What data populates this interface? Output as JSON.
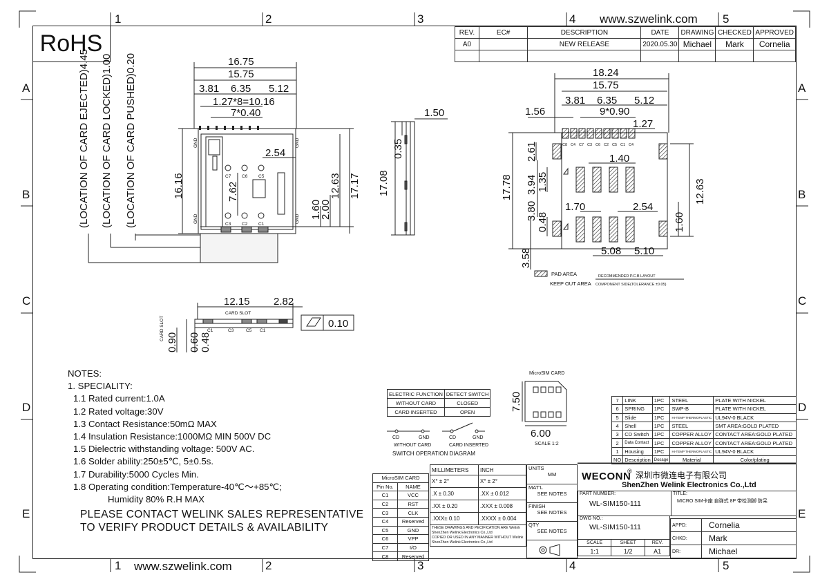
{
  "website": "www.szwelink.com",
  "rohs": "RoHS",
  "zones": {
    "numbers": [
      "1",
      "2",
      "3",
      "4",
      "5"
    ],
    "letters": [
      "A",
      "B",
      "C",
      "D",
      "E"
    ]
  },
  "revision": {
    "headers": [
      "REV.",
      "EC#",
      "DESCRIPTION",
      "DATE",
      "DRAWING",
      "CHECKED",
      "APPROVED"
    ],
    "row": [
      "A0",
      "",
      "NEW RELEASE",
      "2020.05.30",
      "Michael",
      "Mark",
      "Cornelia"
    ]
  },
  "top_view": {
    "dims": [
      "16.75",
      "15.75",
      "3.81",
      "6.35",
      "5.12",
      "1.27*8=10.16",
      "7*0.40",
      "2.54",
      "16.16",
      "7.62",
      "1.60",
      "2.00",
      "12.63",
      "17.17"
    ],
    "pins": [
      "C7",
      "C6",
      "C5",
      "C3",
      "C2",
      "C1"
    ],
    "gnd": "GND",
    "locations": [
      "(LOCATION OF CARD EJECTED)4.45",
      "(LOCATION OF CARD LOCKED)1.00",
      "(LOCATION OF CARD PUSHED)0.20"
    ]
  },
  "side_view": {
    "dims": [
      "1.50",
      "0.35",
      "17.08"
    ]
  },
  "pcb": {
    "dims": [
      "18.24",
      "15.75",
      "3.81",
      "6.35",
      "5.12",
      "1.56",
      "9*0.90",
      "1.27",
      "2.61",
      "1.40",
      "17.78",
      "3.94",
      "1.35",
      "12.63",
      "3.80",
      "1.70",
      "2.54",
      "0.48",
      "1.60",
      "5.08",
      "5.10",
      "3.58"
    ],
    "pins": [
      "C8",
      "C4",
      "C7",
      "C3",
      "C6",
      "C2",
      "C5",
      "C1",
      "C4"
    ],
    "pad_area": "PAD AREA",
    "keep_out": "KEEP OUT AREA",
    "layout": "RECOMMENDED P.C.B LAYOUT",
    "tolerance": "COMPONENT SIDE(TOLERANCE ±0.05)"
  },
  "front_view": {
    "dims": [
      "12.15",
      "2.82",
      "0.90",
      "0.60",
      "0.48"
    ],
    "card_slot": "CARD SLOT",
    "card_slot_v": "CARD SLOT",
    "flatness": "0.10",
    "pins": [
      "C1",
      "C3",
      "C5",
      "C1"
    ]
  },
  "notes": {
    "title": "NOTES:",
    "section": "1. SPECIALITY:",
    "items": [
      "1.1 Rated current:1.0A",
      "1.2 Rated voltage:30V",
      "1.3 Contact Resistance:50mΩ MAX",
      "1.4 Insulation Resistance:1000MΩ MIN 500V DC",
      "1.5 Dielectric withstanding voltage: 500V AC.",
      "1.6 Solder ability:250±5℃,  5±0.5s.",
      "1.7 Durability:5000 Cycles Min.",
      "1.8 Operating condition:Temperature-40℃～+85℃;",
      "Humidity 80% R.H MAX"
    ],
    "contact_1": "PLEASE CONTACT WELINK SALES REPRESENTATIVE",
    "contact_2": "TO VERIFY PRODUCT DETAILS & AVAILABILITY"
  },
  "switch_table": {
    "headers": [
      "ELECTRIC FUNCTION",
      "DETECT SWITCH"
    ],
    "rows": [
      [
        "WITHOUT CARD",
        "CLOSED"
      ],
      [
        "CARD INSERTED",
        "OPEN"
      ]
    ]
  },
  "switch_diagram": {
    "labels": [
      "CD",
      "GND",
      "WITHOUT CARD",
      "CD",
      "GND",
      "CARD INSERTED"
    ],
    "title": "SWITCH OPERATION DIAGRAM"
  },
  "microsim_card": {
    "title": "MicroSIM CARD",
    "dims": [
      "7.50",
      "6.00"
    ],
    "scale": "SCALE 1:2"
  },
  "pin_table": {
    "title": "MicroSIM CARD",
    "headers": [
      "Pin No.",
      "NAME"
    ],
    "rows": [
      [
        "C1",
        "VCC"
      ],
      [
        "C2",
        "RST"
      ],
      [
        "C3",
        "CLK"
      ],
      [
        "C4",
        "Reserved"
      ],
      [
        "C5",
        "GND"
      ],
      [
        "C6",
        "VPP"
      ],
      [
        "C7",
        "I/O"
      ],
      [
        "C8",
        "Reserved"
      ]
    ]
  },
  "tolerance_table": {
    "headers": [
      "MILLIMETERS",
      "INCH"
    ],
    "rows": [
      [
        "X° ± 2°",
        "X° ± 2°"
      ],
      [
        ".X  ± 0.30",
        ".XX  ± 0.012"
      ],
      [
        ".XX ± 0.20",
        ".XXX ± 0.008"
      ],
      [
        ".XXX± 0.10",
        ".XXXX ± 0.004"
      ]
    ],
    "disclaimer": [
      "THESE DRAWINGS AND PECIFICATION  ARE Welink",
      "ShenZhen Welink Electronics Co.,Ltd",
      " COPIED OR USED IN ANY MANNER WITHOUT Welink",
      "ShenZhen Welink Electronics Co.,Ltd"
    ]
  },
  "spec_cells": {
    "units_label": "UNITS",
    "units": "MM",
    "matl_label": "MAT'L",
    "matl": "SEE NOTES",
    "finish_label": "FINISH",
    "finish": "SEE NOTES",
    "qty_label": "QTY",
    "qty": "SEE NOTES"
  },
  "bom": {
    "rows": [
      [
        "7",
        "LINK",
        "1PC",
        "STEEL",
        "PLATE WITH NICKEL"
      ],
      [
        "6",
        "SPRING",
        "1PC",
        "SWP-B",
        "PLATE WITH NICKEL"
      ],
      [
        "5",
        "Slide",
        "1PC",
        "HI-TEMP THERMOPLASTIC",
        "UL94V-0 BLACK"
      ],
      [
        "4",
        "Shell",
        "1PC",
        "STEEL",
        "SMT AREA:GOLD PLATED"
      ],
      [
        "3",
        "CD Switch",
        "1PC",
        "COPPER ALLOY",
        "CONTACT AREA:GOLD PLATED"
      ],
      [
        "2",
        "Data Contact",
        "1PC",
        "COPPER ALLOY",
        "CONTACT AREA:GOLD PLATED"
      ],
      [
        "1",
        "Housing",
        "1PC",
        "HI-TEMP THERMOPLASTIC",
        "UL94V-0 BLACK"
      ]
    ],
    "header": [
      "NO",
      "Description",
      "Dosage",
      "Material",
      "Color/plating"
    ]
  },
  "title_block": {
    "brand": "WECONN",
    "reg": "®",
    "cn_name": "深圳市微连电子有限公司",
    "en_name": "ShenZhen Welink Electronics Co.,Ltd",
    "part_label": "PART NUMBER:",
    "part": "WL-SIM150-111",
    "title_label": "TITLE:",
    "title": "MICRO SIM卡座 自弹式 8P 带检测脚 防呆",
    "dwg_label": "DWG NO.:",
    "dwg": "WL-SIM150-111",
    "scale_label": "SCALE",
    "scale": "1:1",
    "sheet_label": "SHEET",
    "sheet": "1/2",
    "rev_label": "REV.",
    "rev": "A1",
    "appd_label": "APPD:",
    "appd": "Cornelia",
    "chkd_label": "CHKD:",
    "chkd": "Mark",
    "dr_label": "DR:",
    "dr": "Michael"
  }
}
